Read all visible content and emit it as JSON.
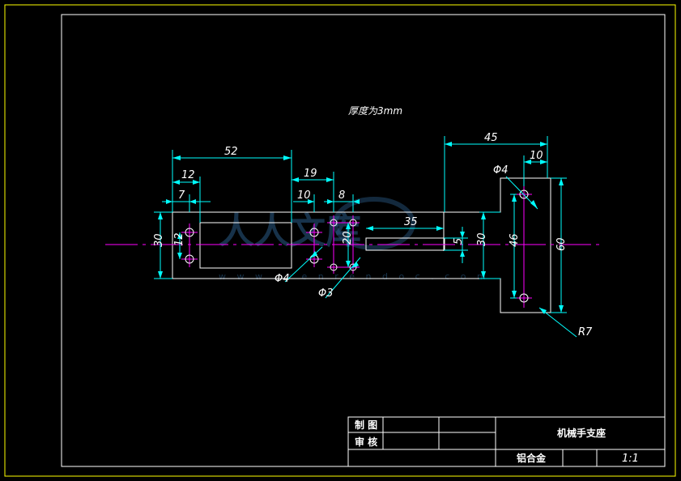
{
  "note": "厚度为3mm",
  "dims": {
    "d52": "52",
    "d12": "12",
    "d7": "7",
    "d19": "19",
    "d10a": "10",
    "d8": "8",
    "d30a": "30",
    "d12v": "12",
    "d20": "20",
    "d35": "35",
    "d5": "5",
    "d30b": "30",
    "d45": "45",
    "d10b": "10",
    "phi4a": "Φ4",
    "phi4b": "Φ4",
    "phi3": "Φ3",
    "d46": "46",
    "d60": "60",
    "r7": "R7"
  },
  "title_block": {
    "draw_label": "制 图",
    "check_label": "审 核",
    "part_name": "机械手支座",
    "material": "铝合金",
    "scale": "1:1"
  },
  "watermark": {
    "main": "人人文库",
    "url": "w w w . r e n r e n d o c . c o m"
  },
  "colors": {
    "frame_outer": "#ffff00",
    "frame_inner": "#ffffff",
    "outline": "#ffffff",
    "dimension": "#00ffff",
    "centerline": "#ff00ff",
    "watermark": "#2a5c88"
  }
}
